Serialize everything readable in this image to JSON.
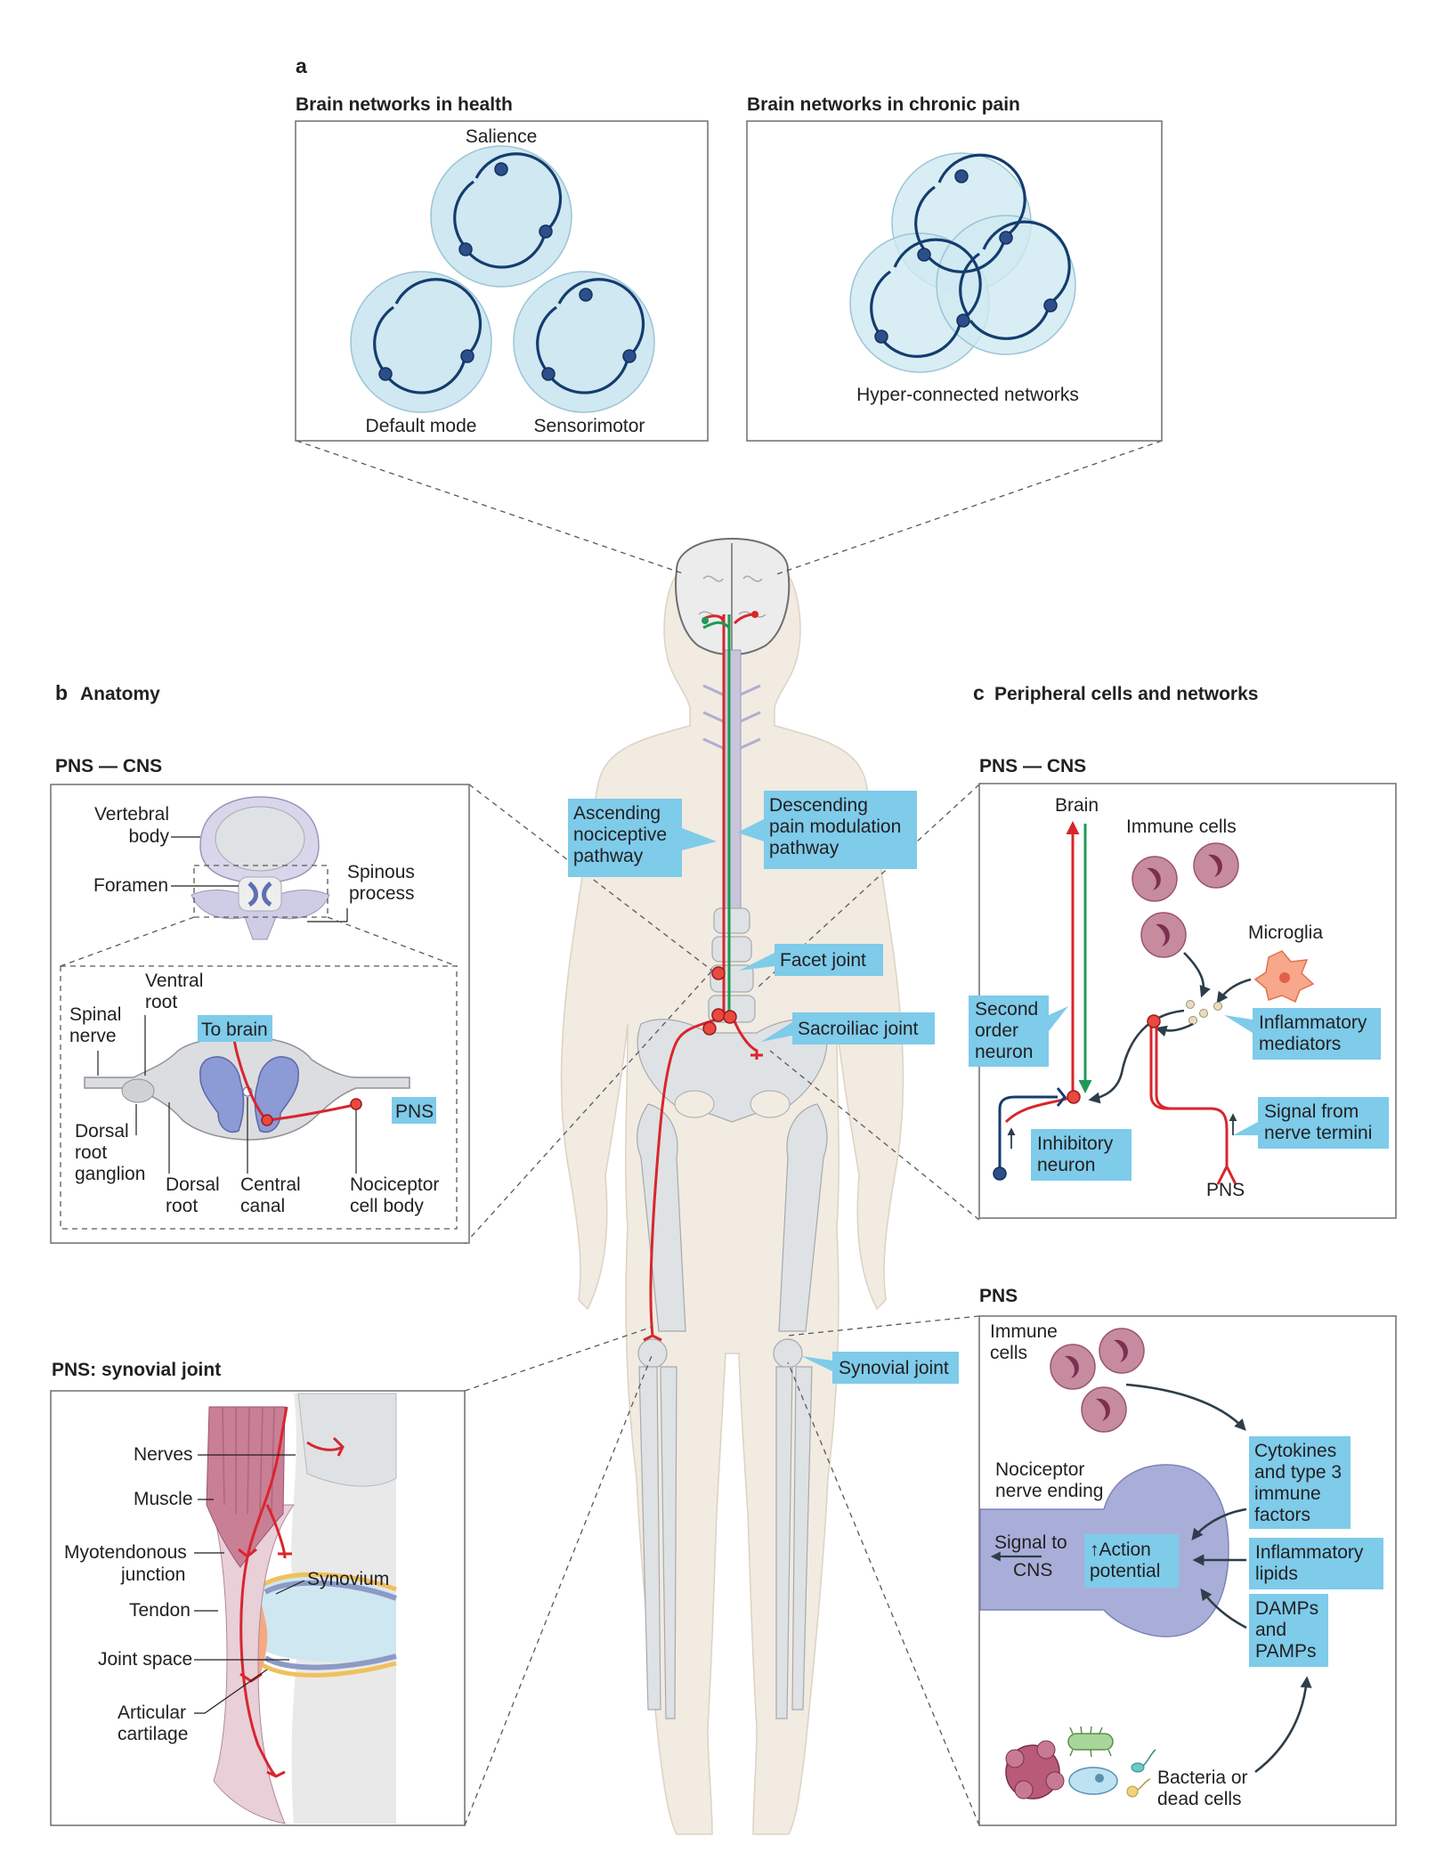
{
  "panels": {
    "a": {
      "letter": "a",
      "health_title": "Brain networks in health",
      "chronic_title": "Brain networks in chronic pain",
      "salience": "Salience",
      "default_mode": "Default mode",
      "sensorimotor": "Sensorimotor",
      "hyper": "Hyper-connected networks"
    },
    "b": {
      "letter": "b",
      "title": "Anatomy",
      "pns_cns": "PNS — CNS",
      "vertebral_body_1": "Vertebral",
      "vertebral_body_2": "body",
      "foramen": "Foramen",
      "spinous_1": "Spinous",
      "spinous_2": "process",
      "ventral_1": "Ventral",
      "ventral_2": "root",
      "spinal_1": "Spinal",
      "spinal_2": "nerve",
      "to_brain": "To brain",
      "pns_tag": "PNS",
      "drg_1": "Dorsal",
      "drg_2": "root",
      "drg_3": "ganglion",
      "dorsal_root_1": "Dorsal",
      "dorsal_root_2": "root",
      "central_1": "Central",
      "central_2": "canal",
      "nociceptor_1": "Nociceptor",
      "nociceptor_2": "cell body",
      "synovial_title": "PNS: synovial joint",
      "nerves": "Nerves",
      "muscle": "Muscle",
      "myo_1": "Myotendonous",
      "myo_2": "junction",
      "synovium": "Synovium",
      "tendon": "Tendon",
      "joint_space": "Joint space",
      "articular_1": "Articular",
      "articular_2": "cartilage"
    },
    "center": {
      "ascending_1": "Ascending",
      "ascending_2": "nociceptive",
      "ascending_3": "pathway",
      "descending_1": "Descending",
      "descending_2": "pain modulation",
      "descending_3": "pathway",
      "facet": "Facet joint",
      "sacroiliac": "Sacroiliac joint",
      "synovial": "Synovial joint"
    },
    "c": {
      "letter": "c",
      "title": "Peripheral cells and networks",
      "pns_cns": "PNS — CNS",
      "brain": "Brain",
      "immune_cells": "Immune cells",
      "microglia": "Microglia",
      "second_1": "Second",
      "second_2": "order",
      "second_3": "neuron",
      "inflam_1": "Inflammatory",
      "inflam_2": "mediators",
      "signal_1": "Signal from",
      "signal_2": "nerve termini",
      "inhib_1": "Inhibitory",
      "inhib_2": "neuron",
      "pns_small": "PNS",
      "pns_title": "PNS",
      "immune_1": "Immune",
      "immune_2": "cells",
      "cyto_1": "Cytokines",
      "cyto_2": "and type 3",
      "cyto_3": "immune",
      "cyto_4": "factors",
      "noci_1": "Nociceptor",
      "noci_2": "nerve ending",
      "sig_cns_1": "Signal to",
      "sig_cns_2": "CNS",
      "ap_1": "↑Action",
      "ap_2": "potential",
      "lipids_1": "Inflammatory",
      "lipids_2": "lipids",
      "damps_1": "DAMPs",
      "damps_2": "and",
      "damps_3": "PAMPs",
      "bact_1": "Bacteria or",
      "bact_2": "dead cells"
    }
  },
  "colors": {
    "tag": "#7ecbea",
    "nerve_red": "#d7262d",
    "nerve_green": "#1f9a56",
    "network": "#143c6e",
    "body": "#f1ebe1"
  }
}
